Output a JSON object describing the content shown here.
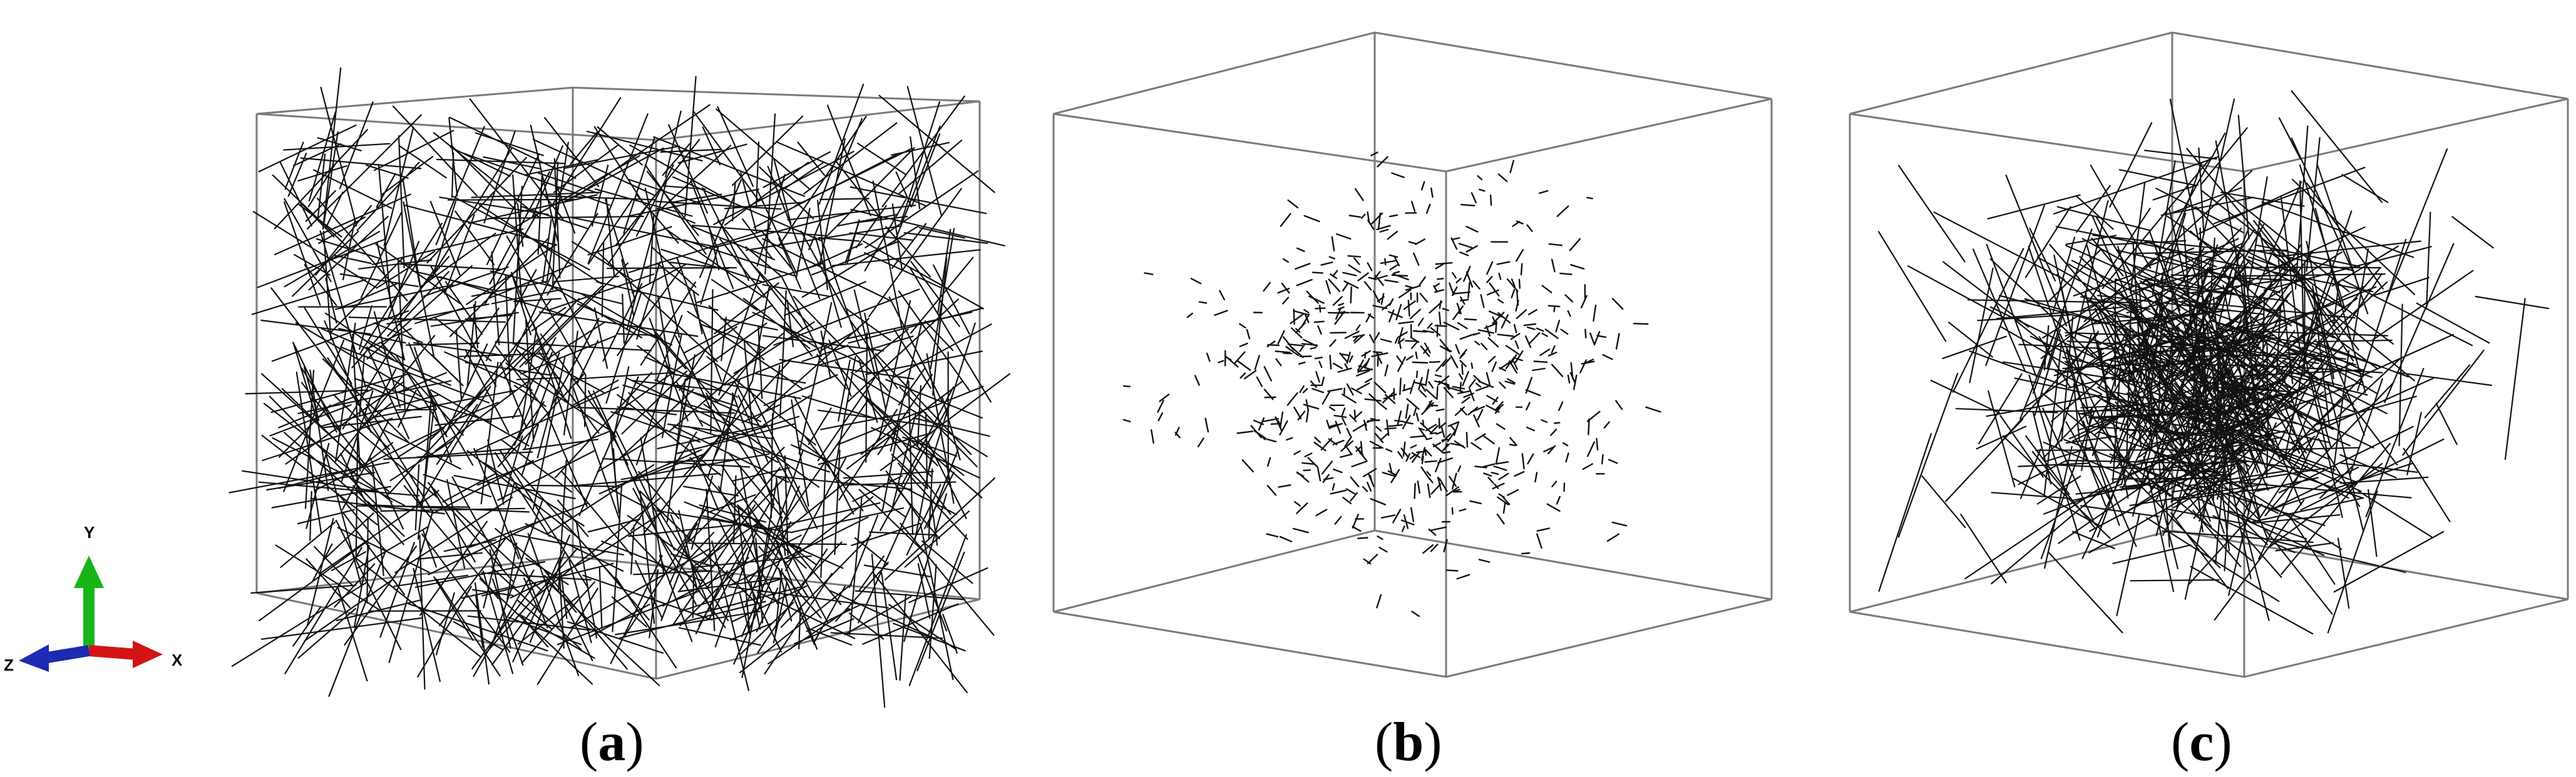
{
  "triad": {
    "y_label": "Y",
    "x_label": "X",
    "z_label": "Z",
    "colors": {
      "y": "#18b418",
      "x": "#d21414",
      "z": "#1c2ab4"
    }
  },
  "panels": [
    {
      "id": "a",
      "caption_open": "(",
      "caption_letter": "a",
      "caption_close": ")",
      "fiber_style": "long, dense random",
      "fiber_count": 950
    },
    {
      "id": "b",
      "caption_open": "(",
      "caption_letter": "b",
      "caption_close": ")",
      "fiber_style": "short, sparse random",
      "fiber_count": 700
    },
    {
      "id": "c",
      "caption_open": "(",
      "caption_letter": "c",
      "caption_close": ")",
      "fiber_style": "long, clustered random",
      "fiber_count": 700
    }
  ]
}
